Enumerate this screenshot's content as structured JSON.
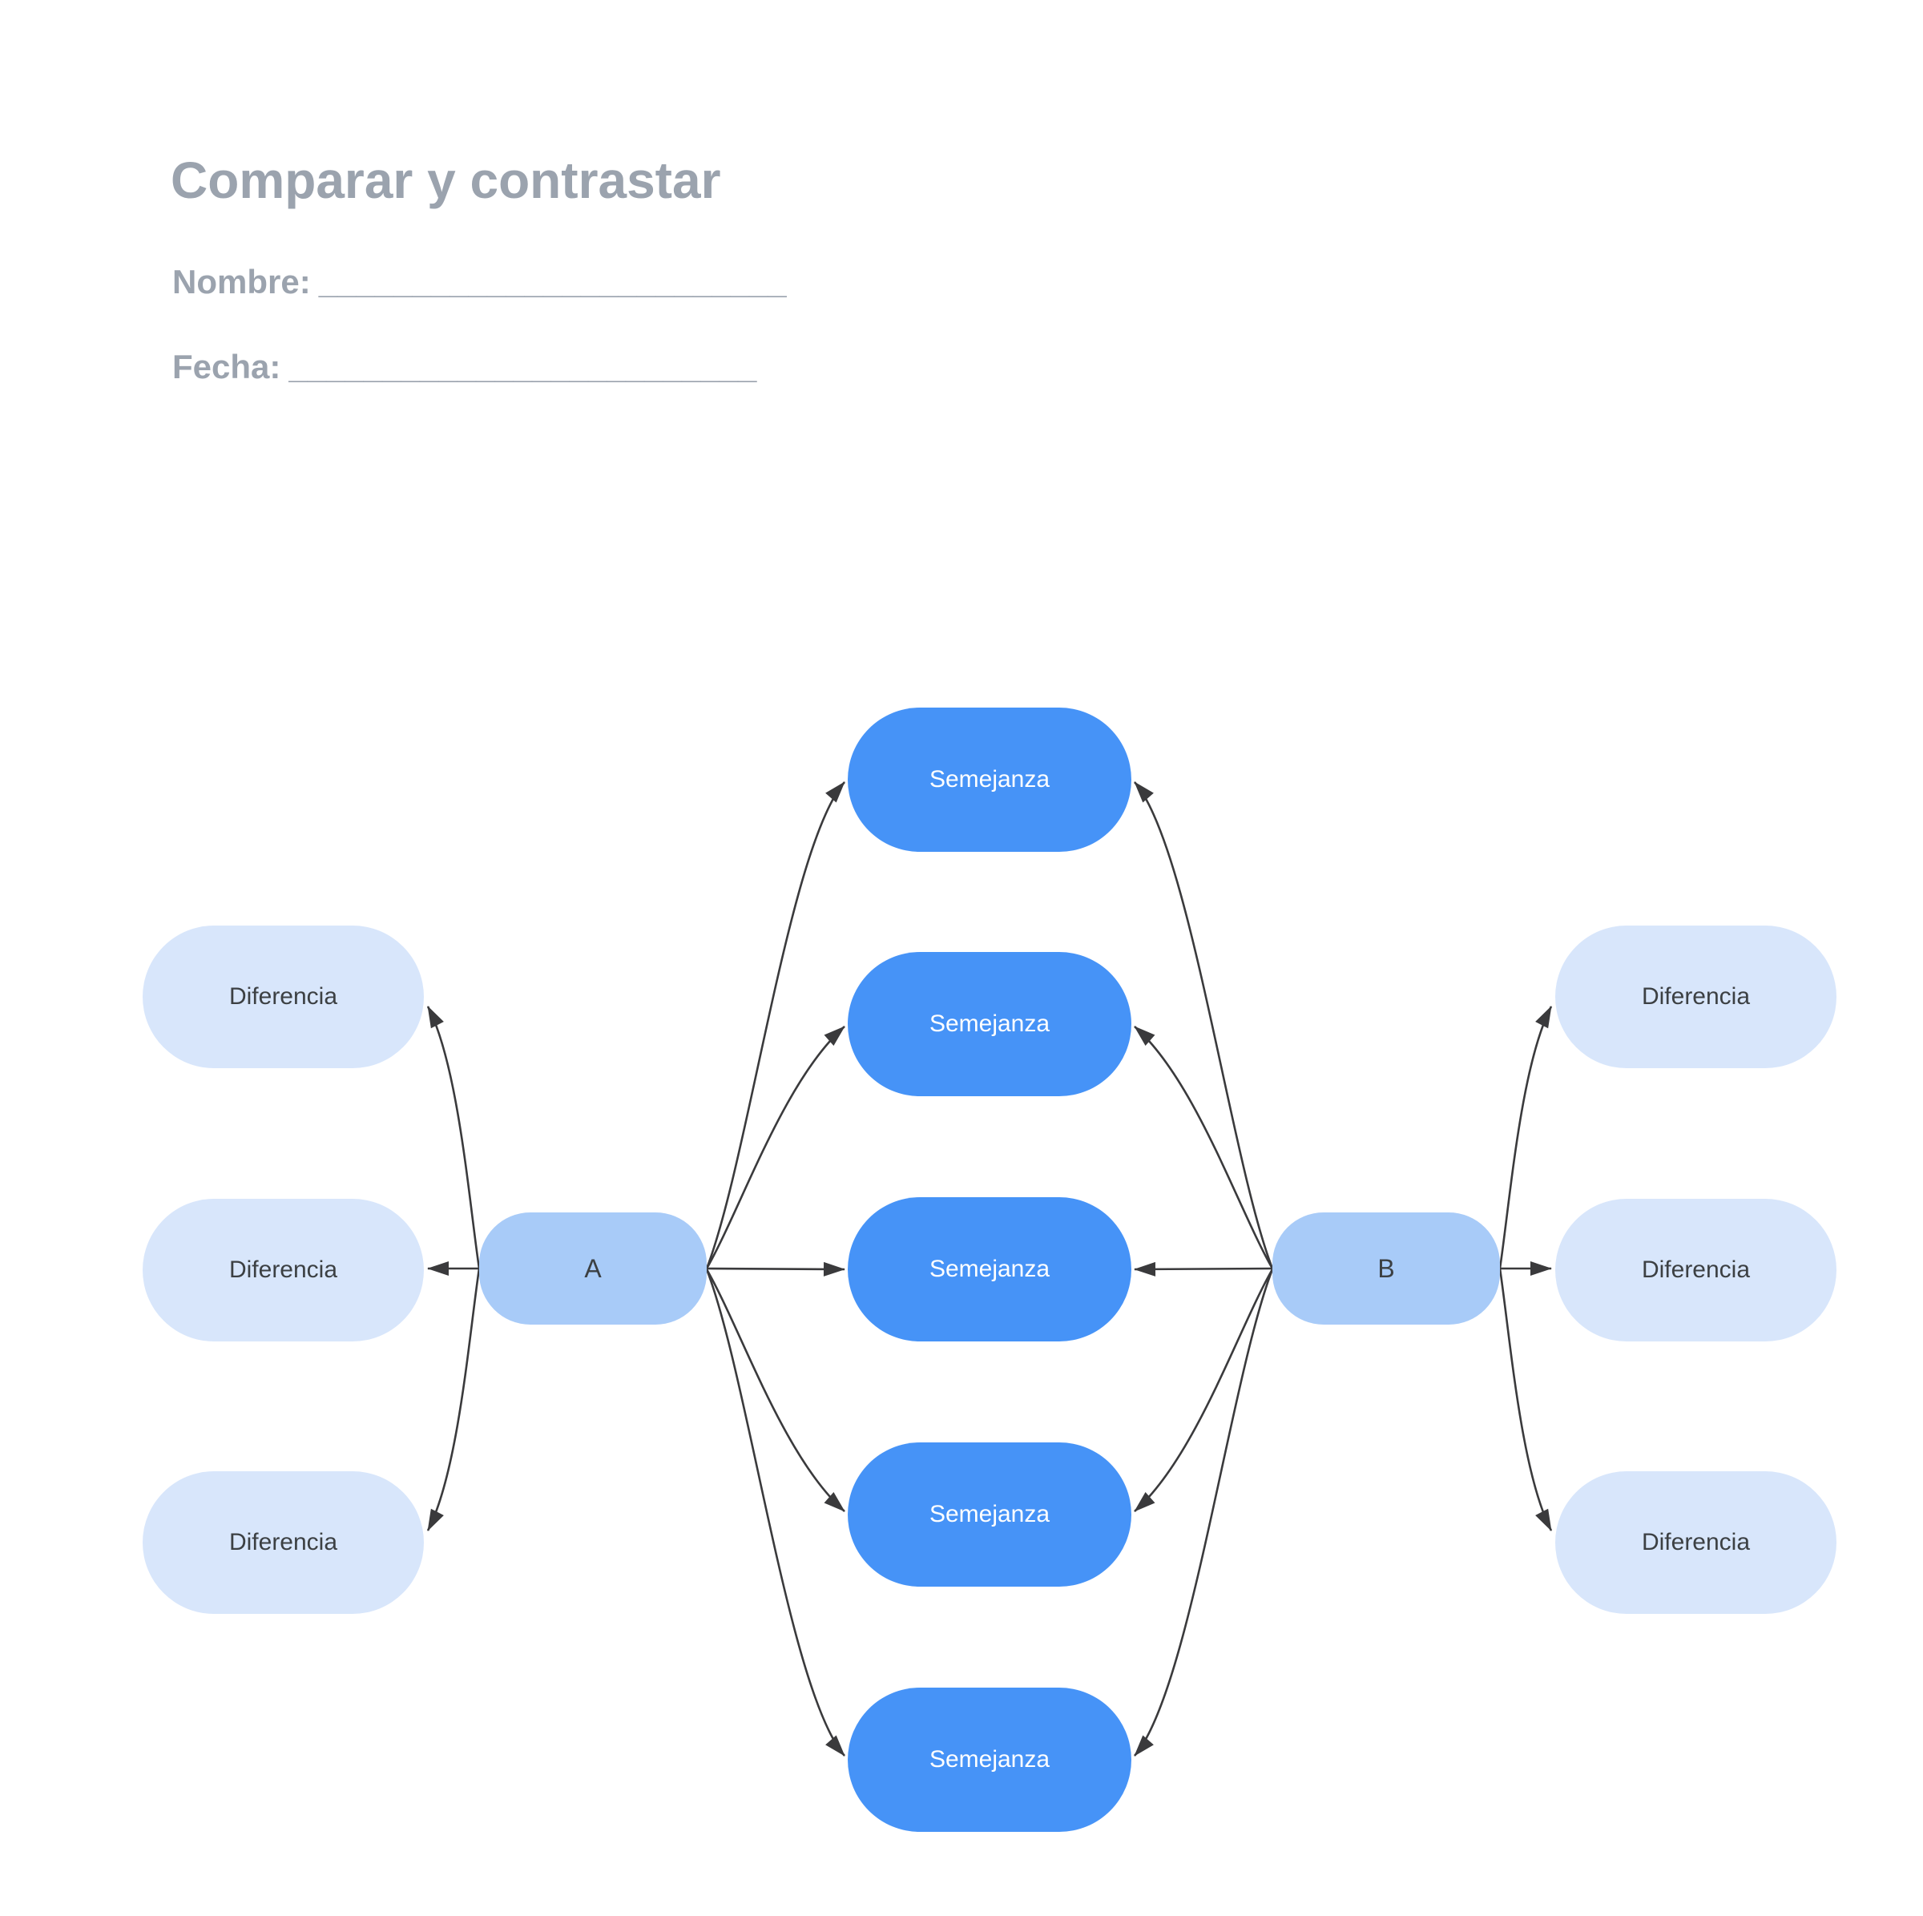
{
  "page": {
    "title": "Comparar y contrastar",
    "fields": {
      "name_label": "Nombre:",
      "name_blank": "_________________________",
      "date_label": "Fecha:",
      "date_blank": "_________________________"
    }
  },
  "diagram": {
    "node_a_label": "A",
    "node_b_label": "B",
    "similarities": [
      "Semejanza",
      "Semejanza",
      "Semejanza",
      "Semejanza",
      "Semejanza"
    ],
    "differences_left": [
      "Diferencia",
      "Diferencia",
      "Diferencia"
    ],
    "differences_right": [
      "Diferencia",
      "Diferencia",
      "Diferencia"
    ],
    "colors": {
      "similarity_fill": "#4693F7",
      "ab_fill": "#A8CBF8",
      "difference_fill": "#D8E6FB",
      "connector": "#3A3A3C",
      "similarity_text": "#FFFFFF",
      "node_text": "#3C4043",
      "heading_text": "#9BA3AE",
      "page_bg": "#FFFFFF"
    }
  }
}
